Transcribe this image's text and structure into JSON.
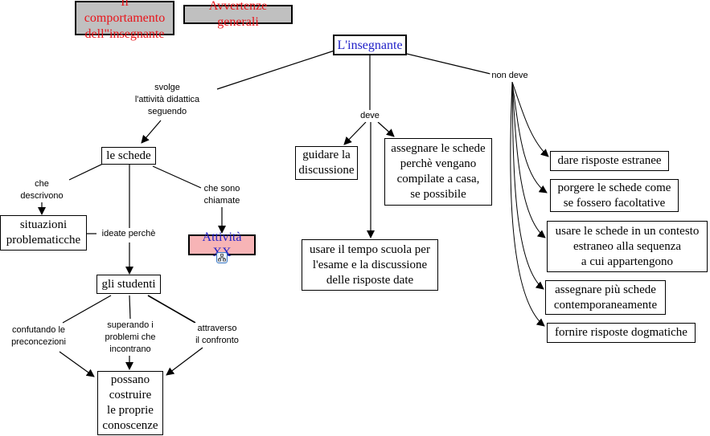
{
  "header_buttons": {
    "behavior": "Il comportamento\ndell\"insegnante",
    "general_warnings": "Avvertenze generali"
  },
  "concepts": {
    "root": "L'insegnante",
    "le_schede": "le schede",
    "situazioni": "situazioni\nproblematicche",
    "attivita": "Attività XX",
    "gli_studenti": "gli studenti",
    "possano": "possano\ncostruire\nle proprie\nconoscenze",
    "guidare": "guidare la\ndiscussione",
    "assegnare_casa": "assegnare le schede\nperchè vengano\ncompilate a casa,\nse possibile",
    "usare_tempo": "usare il tempo scuola per\nl'esame e la discussione\ndelle risposte date",
    "dare_risposte": "dare risposte estranee",
    "porgere": "porgere le schede come\nse fossero facoltative",
    "usare_contesto": "usare le schede in un contesto\nestraneo alla sequenza\na cui appartengono",
    "assegnare_piu": "assegnare più schede\ncontemporaneamente",
    "fornire": "fornire risposte dogmatiche"
  },
  "linking_phrases": {
    "svolge": "svolge\nl'attività didattica\nseguendo",
    "deve": "deve",
    "non_deve": "non deve",
    "che_descrivono": "che\ndescrivono",
    "ideate_perche": "ideate perchè",
    "che_sono_chiamate": "che sono\nchiamate",
    "confutando": "confutando le\npreconcezioni",
    "superando": "superando i\nproblemi che\nincontrano",
    "attraverso": "attraverso\nil confronto"
  },
  "colors": {
    "header_bg": "#c0c0c0",
    "header_text": "#e8141a",
    "root_text": "#2020c8",
    "activity_bg": "#f7b4b6",
    "activity_text": "#2020c8"
  },
  "icons": {
    "submap_link": "concept-map-link-icon"
  }
}
